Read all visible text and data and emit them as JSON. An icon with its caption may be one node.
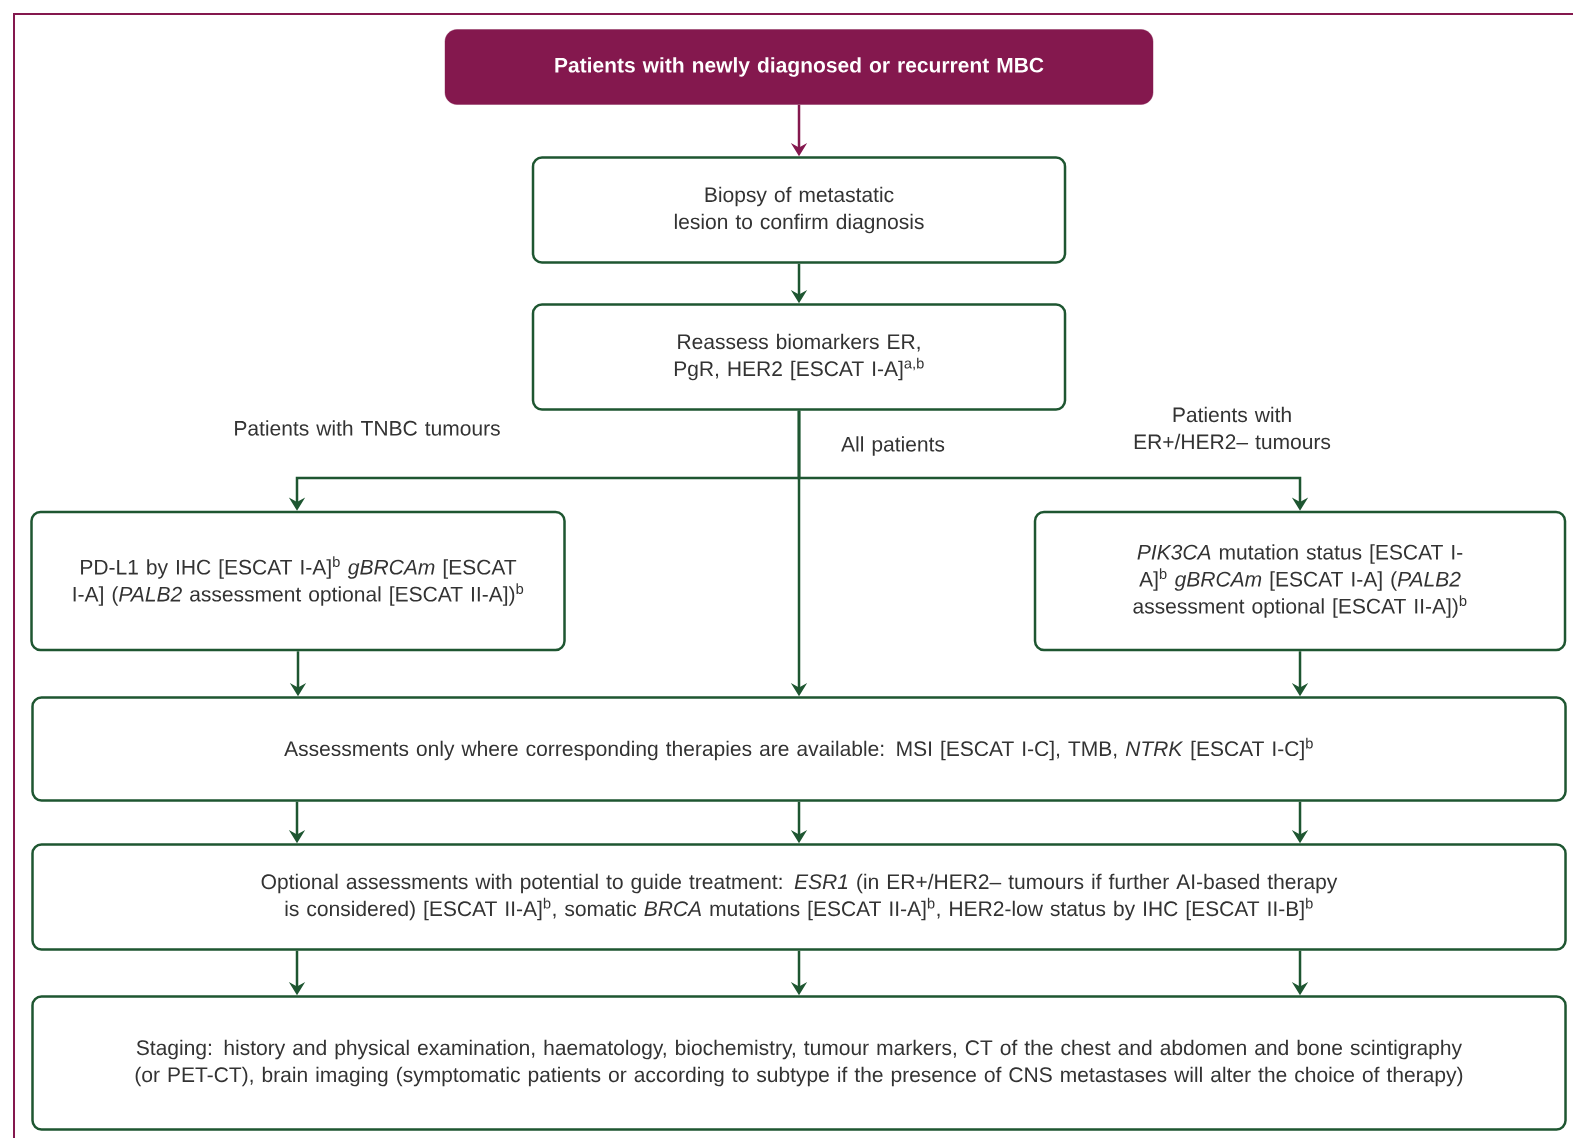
{
  "diagram": {
    "nodes": [
      {
        "text": [
          "Patients with newly diagnosed or recurrent MBC"
        ]
      },
      {
        "text": [
          "Biopsy of metastatic lesion to confirm diagnosis"
        ]
      },
      {
        "text": [
          "Reassess biomarkers ER, PgR, HER2 [ESCAT I-A]$^{a,b}$"
        ]
      },
      {
        "text": [
          "PD-L1 by IHC [ESCAT I-A]$^{b}$ *gBRCAm* [ESCAT I-A] (*PALB2* assessment optional [ESCAT II-A])$^{b}$"
        ]
      },
      {
        "text": [
          "*PIK3CA* mutation status [ESCAT I-A]$^{b}$ *gBRCAm* [ESCAT I-A] (*PALB2* assessment optional [ESCAT II-A])$^{b}$"
        ]
      },
      {
        "text": [
          "Assessments only where corresponding therapies are available: MSI [ESCAT I-C], TMB, *NTRK* [ESCAT I-C]$^{b}$"
        ]
      },
      {
        "text": [
          "Optional assessments with potential to guide treatment: *ESR1* (in ER+/HER2– tumours if further AI-based therapy is considered) [ESCAT II-A]$^{b}$, somatic *BRCA* mutations [ESCAT II-A]$^{b}$, HER2-low status by IHC [ESCAT II-B]$^{b}$"
        ]
      },
      {
        "text": [
          "Staging: history and physical examination, haematology, biochemistry, tumour markers, CT of the chest and abdomen and bone scintigraphy (or PET-CT), brain imaging (symptomatic patients or according to subtype if the presence of CNS metastases will alter the choice of therapy)"
        ]
      }
    ],
    "edges": [
      {
        "from": 0,
        "to": 1,
        "arrow": "to",
        "color": "#84184e"
      },
      {
        "from": 1,
        "to": 2,
        "arrow": "to"
      },
      {
        "from": 2,
        "to": 3,
        "arrow": "to",
        "label": "Patients with TNBC tumours"
      },
      {
        "from": 2,
        "to": 5,
        "arrow": "to",
        "label": "All patients"
      },
      {
        "from": 2,
        "to": 4,
        "arrow": "to",
        "label": "Patients with ER+/HER2– tumours"
      },
      {
        "from": 3,
        "to": 5,
        "arrow": "to"
      },
      {
        "from": 4,
        "to": 5,
        "arrow": "to"
      },
      {
        "from": 5,
        "to": 6,
        "arrow": "to"
      },
      {
        "from": 5,
        "to": 6,
        "arrow": "to"
      },
      {
        "from": 5,
        "to": 6,
        "arrow": "to"
      },
      {
        "from": 6,
        "to": 7,
        "arrow": "to"
      },
      {
        "from": 6,
        "to": 7,
        "arrow": "to"
      },
      {
        "from": 6,
        "to": 7,
        "arrow": "to"
      }
    ]
  }
}
